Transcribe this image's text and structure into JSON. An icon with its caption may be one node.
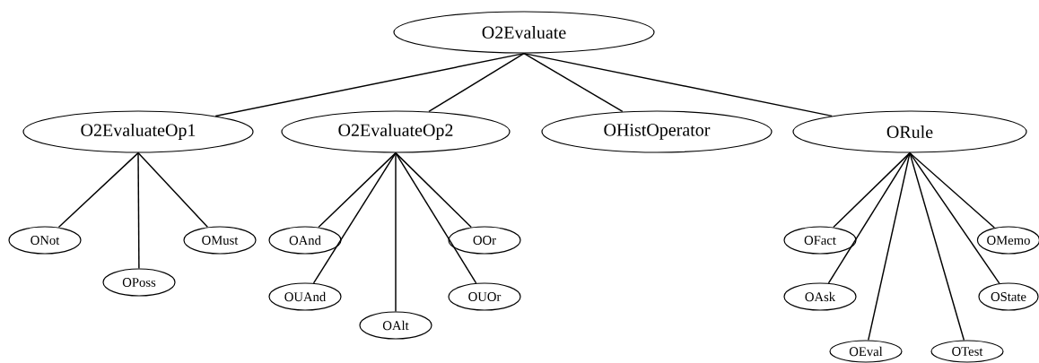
{
  "diagram": {
    "nodes": [
      {
        "text": [
          "O2Evaluate"
        ]
      },
      {
        "text": [
          "O2EvaluateOp1"
        ]
      },
      {
        "text": [
          "O2EvaluateOp2"
        ]
      },
      {
        "text": [
          "OHistOperator"
        ]
      },
      {
        "text": [
          "ORule"
        ]
      },
      {
        "text": [
          "ONot"
        ]
      },
      {
        "text": [
          "OPoss"
        ]
      },
      {
        "text": [
          "OMust"
        ]
      },
      {
        "text": [
          "OAnd"
        ]
      },
      {
        "text": [
          "OUAnd"
        ]
      },
      {
        "text": [
          "OAlt"
        ]
      },
      {
        "text": [
          "OOr"
        ]
      },
      {
        "text": [
          "OUOr"
        ]
      },
      {
        "text": [
          "OFact"
        ]
      },
      {
        "text": [
          "OAsk"
        ]
      },
      {
        "text": [
          "OEval"
        ]
      },
      {
        "text": [
          "OTest"
        ]
      },
      {
        "text": [
          "OState"
        ]
      },
      {
        "text": [
          "OMemo"
        ]
      }
    ],
    "edges": [
      {
        "from": 0,
        "to": 1,
        "arrow": "none"
      },
      {
        "from": 0,
        "to": 2,
        "arrow": "none"
      },
      {
        "from": 0,
        "to": 3,
        "arrow": "none"
      },
      {
        "from": 0,
        "to": 4,
        "arrow": "none"
      },
      {
        "from": 1,
        "to": 5,
        "arrow": "none"
      },
      {
        "from": 1,
        "to": 6,
        "arrow": "none"
      },
      {
        "from": 1,
        "to": 7,
        "arrow": "none"
      },
      {
        "from": 2,
        "to": 8,
        "arrow": "none"
      },
      {
        "from": 2,
        "to": 9,
        "arrow": "none"
      },
      {
        "from": 2,
        "to": 10,
        "arrow": "none"
      },
      {
        "from": 2,
        "to": 11,
        "arrow": "none"
      },
      {
        "from": 2,
        "to": 12,
        "arrow": "none"
      },
      {
        "from": 4,
        "to": 13,
        "arrow": "none"
      },
      {
        "from": 4,
        "to": 14,
        "arrow": "none"
      },
      {
        "from": 4,
        "to": 15,
        "arrow": "none"
      },
      {
        "from": 4,
        "to": 16,
        "arrow": "none"
      },
      {
        "from": 4,
        "to": 17,
        "arrow": "none"
      },
      {
        "from": 4,
        "to": 18,
        "arrow": "none"
      }
    ]
  }
}
